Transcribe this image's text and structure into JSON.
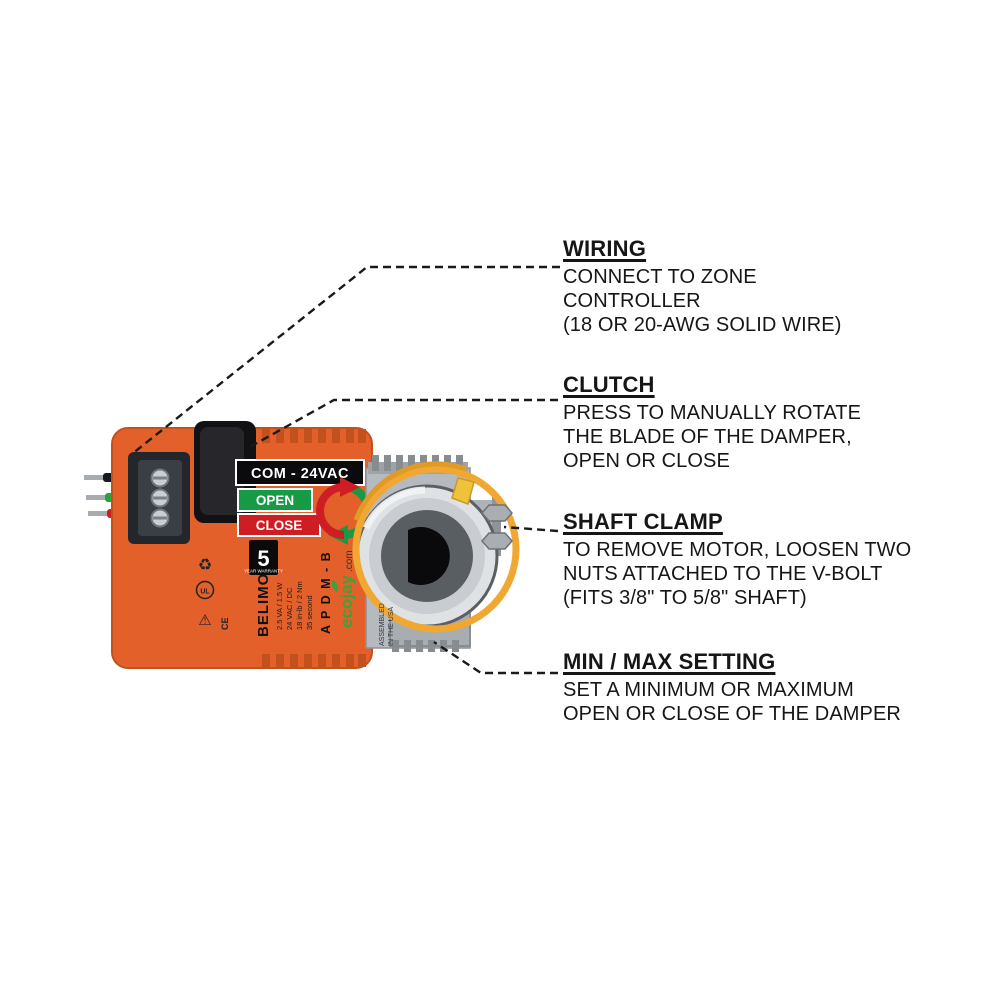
{
  "callouts": [
    {
      "title": "WIRING",
      "lines": [
        "CONNECT TO ZONE",
        "CONTROLLER",
        "(18 OR 20-AWG SOLID WIRE)"
      ]
    },
    {
      "title": "CLUTCH",
      "lines": [
        "PRESS TO MANUALLY ROTATE",
        "THE BLADE OF THE DAMPER,",
        "OPEN OR CLOSE"
      ]
    },
    {
      "title": "SHAFT CLAMP",
      "lines": [
        "TO REMOVE MOTOR, LOOSEN TWO",
        "NUTS ATTACHED TO THE V-BOLT",
        "(FITS 3/8\" TO 5/8\" SHAFT)"
      ]
    },
    {
      "title": "MIN / MAX SETTING",
      "lines": [
        "SET A MINIMUM OR MAXIMUM",
        "OPEN OR CLOSE OF THE DAMPER"
      ]
    }
  ],
  "device": {
    "terminal_label": "COM - 24VAC",
    "open_label": "OPEN",
    "close_label": "CLOSE",
    "brand": "ecojay",
    "brand_tld": ".com",
    "model": "A P D M - B",
    "specs": [
      "35 second",
      "18 in-lb / 2 Nm",
      "24 VAC / DC",
      "2.5 VA / 1.5 W"
    ],
    "warranty_number": "5",
    "warranty_label": "YEAR WARRANTY",
    "manufacturer": "BELIMO",
    "ul_label": "UL",
    "ce_label": "CE",
    "assembled_line1": "ASSEMBLED",
    "assembled_line2": "IN THE USA"
  },
  "colors": {
    "body_orange": "#E4602B",
    "open_green": "#169A43",
    "close_red": "#CF1D24",
    "amber_ring": "#F0A832",
    "callout_line": "#1A1A1A"
  }
}
